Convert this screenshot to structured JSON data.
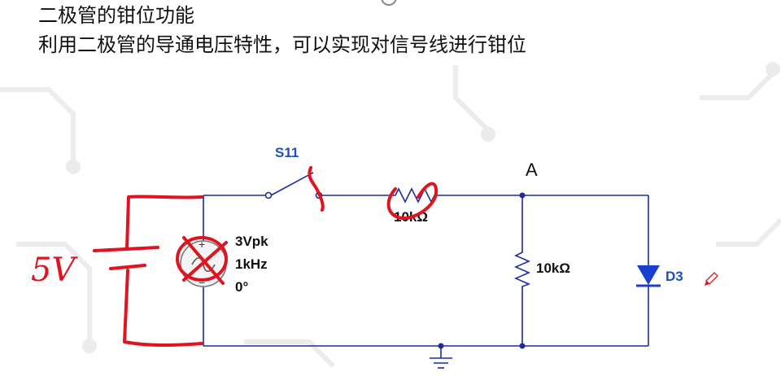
{
  "slide": {
    "title": "二极管的钳位功能",
    "subtitle": "利用二极管的导通电压特性，可以实现对信号线进行钳位"
  },
  "circuit": {
    "switch_label": "S11",
    "node_label": "A",
    "series_resistor": "10kΩ",
    "shunt_resistor": "10kΩ",
    "diode_label": "D3",
    "source": {
      "amplitude": "3Vpk",
      "frequency": "1kHz",
      "phase": "0°",
      "plus": "+",
      "minus": "−"
    }
  },
  "annotation": {
    "handwritten": "5V"
  },
  "colors": {
    "wire": "#1d2a9a",
    "diode": "#1a3fd0",
    "ink": "#e0141e",
    "label_blue": "#1f4fb8"
  }
}
